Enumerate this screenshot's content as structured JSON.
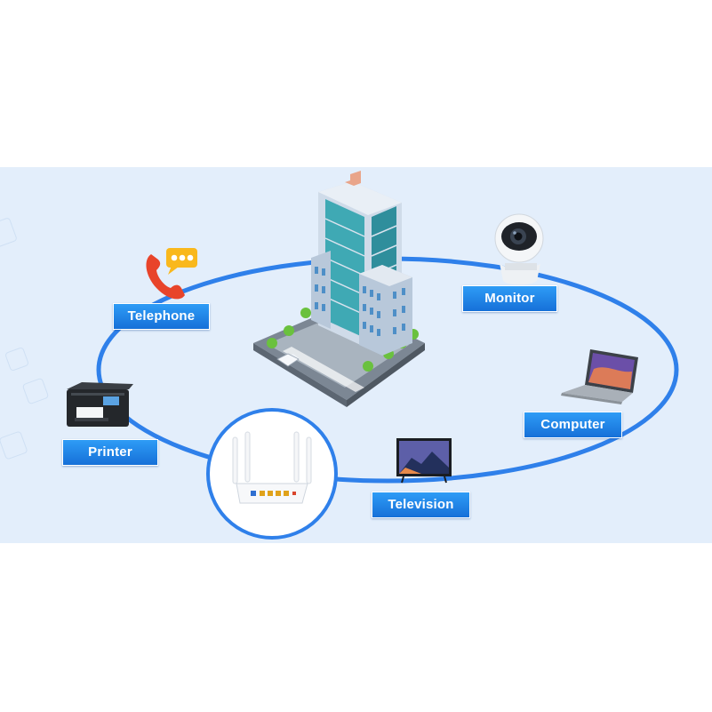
{
  "diagram": {
    "ring_color": "#2f80ea",
    "label_color": "#1e86ee",
    "background_color": "#e3eefb",
    "nodes": [
      {
        "id": "telephone",
        "label": "Telephone",
        "icon": "telephone-icon"
      },
      {
        "id": "monitor",
        "label": "Monitor",
        "icon": "security-camera-icon"
      },
      {
        "id": "computer",
        "label": "Computer",
        "icon": "laptop-icon"
      },
      {
        "id": "television",
        "label": "Television",
        "icon": "television-icon"
      },
      {
        "id": "printer",
        "label": "Printer",
        "icon": "printer-icon"
      },
      {
        "id": "router",
        "label": "",
        "icon": "router-icon"
      },
      {
        "id": "building",
        "label": "",
        "icon": "office-building-icon"
      }
    ]
  }
}
